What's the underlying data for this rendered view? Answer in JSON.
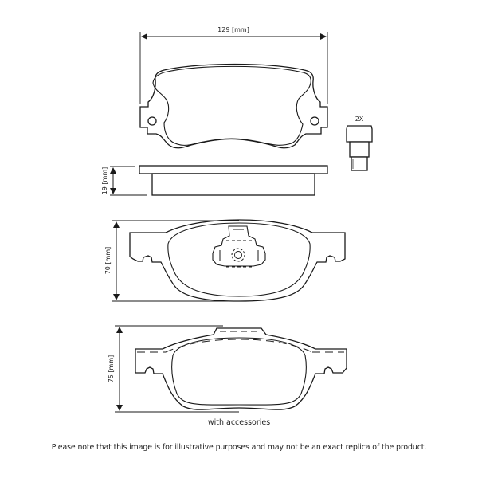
{
  "drawing": {
    "views": [
      {
        "id": "rear-pad-front",
        "dimension_label": "129 [mm]",
        "orientation": "horizontal"
      },
      {
        "id": "rear-pad-side",
        "dimension_label": "19 [mm]",
        "orientation": "vertical"
      },
      {
        "id": "front-pad-inner",
        "dimension_label": "70 [mm]",
        "orientation": "vertical"
      },
      {
        "id": "front-pad-outer",
        "dimension_label": "75 [mm]",
        "orientation": "vertical"
      }
    ],
    "accessory": {
      "name": "guide-pin",
      "quantity_label": "2X"
    },
    "accessories_caption": "with accessories"
  },
  "footer": {
    "disclaimer": "Please note that this image is for illustrative purposes and may not be an exact replica of the product."
  },
  "colors": {
    "line": "#1a1a1a",
    "background": "#ffffff"
  }
}
